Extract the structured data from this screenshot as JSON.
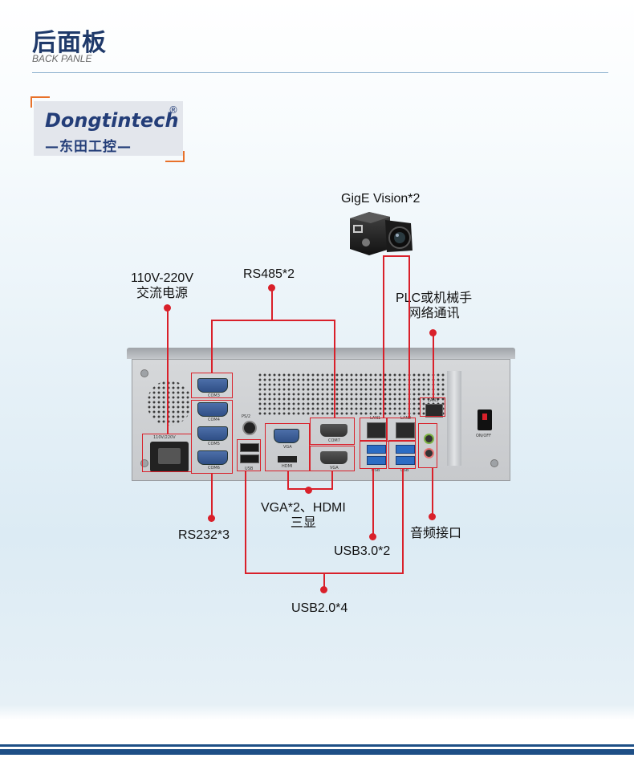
{
  "header": {
    "title": "后面板",
    "subtitle": "BACK PANLE"
  },
  "logo": {
    "brand": "Dongtintech",
    "registered": "®",
    "chinese": "—东田工控—"
  },
  "labels": {
    "gige": "GigE Vision*2",
    "power_line1": "110V-220V",
    "power_line2": "交流电源",
    "rs485": "RS485*2",
    "plc_line1": "PLC或机械手",
    "plc_line2": "网络通讯",
    "rs232": "RS232*3",
    "vga_line1": "VGA*2、HDMI",
    "vga_line2": "三显",
    "audio": "音频接口",
    "usb3": "USB3.0*2",
    "usb2": "USB2.0*4"
  },
  "device": {
    "com_labels": [
      "COM3",
      "COM4",
      "COM5",
      "COM6"
    ],
    "com7": "COM7",
    "ps2": "PS/2",
    "vga": "VGA",
    "hdmi": "HDMI",
    "lan1": "LAN1",
    "lan2": "LAN2",
    "lan3": "LAN3",
    "usb": "USB",
    "power_rating": "110V/220V",
    "onoff": "ON/OFF"
  },
  "colors": {
    "accent": "#d9202a",
    "brand": "#1f3a6a",
    "orange": "#e8712a"
  }
}
